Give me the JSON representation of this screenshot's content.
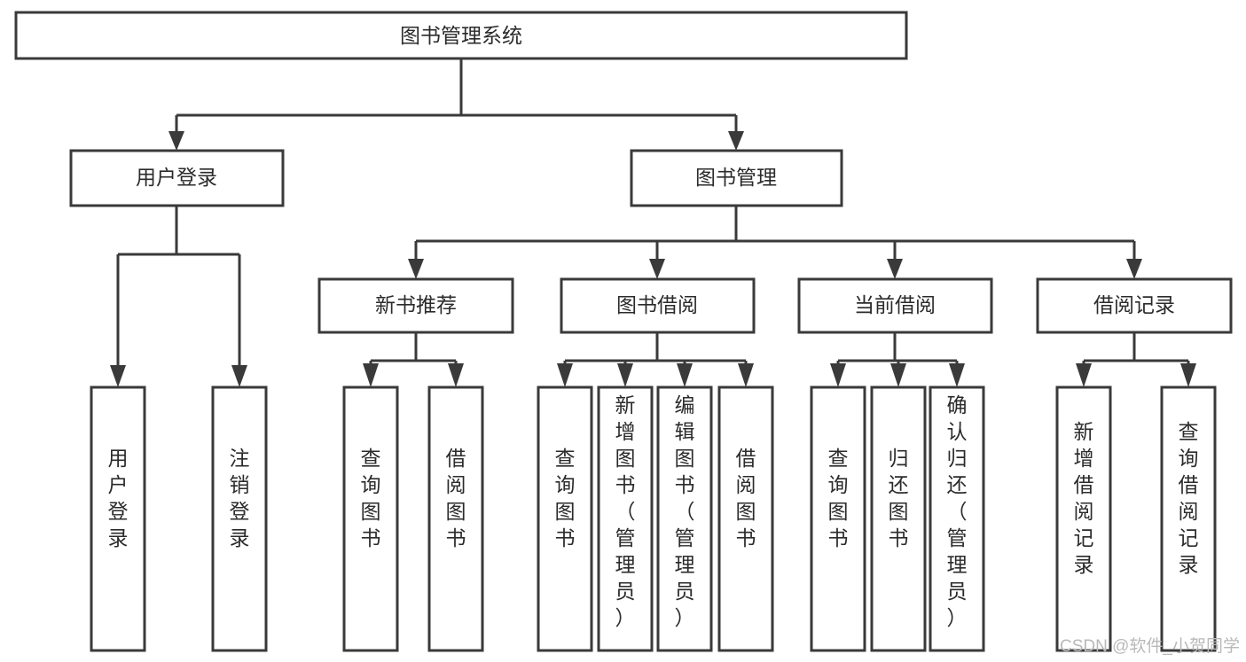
{
  "diagram": {
    "title": "图书管理系统",
    "type": "tree",
    "orientation": "top-down",
    "colors": {
      "box_stroke": "#3a3a3a",
      "box_fill": "#ffffff",
      "edge": "#3a3a3a",
      "text": "#2b2b2b",
      "watermark": "#b9b9b9",
      "background": "#ffffff"
    },
    "root": {
      "id": "root",
      "label": "图书管理系统",
      "text_orientation": "horizontal"
    },
    "level2": [
      {
        "id": "user-login",
        "label": "用户登录",
        "text_orientation": "horizontal"
      },
      {
        "id": "book-management",
        "label": "图书管理",
        "text_orientation": "horizontal"
      }
    ],
    "level3": [
      {
        "id": "new-book-recommend",
        "label": "新书推荐",
        "parent": "book-management",
        "text_orientation": "horizontal"
      },
      {
        "id": "book-borrow",
        "label": "图书借阅",
        "parent": "book-management",
        "text_orientation": "horizontal"
      },
      {
        "id": "current-borrow",
        "label": "当前借阅",
        "parent": "book-management",
        "text_orientation": "horizontal"
      },
      {
        "id": "borrow-record",
        "label": "借阅记录",
        "parent": "book-management",
        "text_orientation": "horizontal"
      }
    ],
    "leaves": [
      {
        "id": "leaf-user-login",
        "label": "用户登录",
        "parent": "user-login",
        "text_orientation": "vertical"
      },
      {
        "id": "leaf-logout-login",
        "label": "注销登录",
        "parent": "user-login",
        "text_orientation": "vertical"
      },
      {
        "id": "leaf-query-book-1",
        "label": "查询图书",
        "parent": "new-book-recommend",
        "text_orientation": "vertical"
      },
      {
        "id": "leaf-borrow-book-1",
        "label": "借阅图书",
        "parent": "new-book-recommend",
        "text_orientation": "vertical"
      },
      {
        "id": "leaf-query-book-2",
        "label": "查询图书",
        "parent": "book-borrow",
        "text_orientation": "vertical"
      },
      {
        "id": "leaf-add-book",
        "label": "新增图书（管理员）",
        "parent": "book-borrow",
        "text_orientation": "vertical"
      },
      {
        "id": "leaf-edit-book",
        "label": "编辑图书（管理员）",
        "parent": "book-borrow",
        "text_orientation": "vertical"
      },
      {
        "id": "leaf-borrow-book-2",
        "label": "借阅图书",
        "parent": "book-borrow",
        "text_orientation": "vertical"
      },
      {
        "id": "leaf-query-book-3",
        "label": "查询图书",
        "parent": "current-borrow",
        "text_orientation": "vertical"
      },
      {
        "id": "leaf-return-book",
        "label": "归还图书",
        "parent": "current-borrow",
        "text_orientation": "vertical"
      },
      {
        "id": "leaf-confirm-return",
        "label": "确认归还（管理员）",
        "parent": "current-borrow",
        "text_orientation": "vertical"
      },
      {
        "id": "leaf-add-record",
        "label": "新增借阅记录",
        "parent": "borrow-record",
        "text_orientation": "vertical"
      },
      {
        "id": "leaf-query-record",
        "label": "查询借阅记录",
        "parent": "borrow-record",
        "text_orientation": "vertical"
      }
    ],
    "watermark": "CSDN @软件_小贺同学"
  }
}
